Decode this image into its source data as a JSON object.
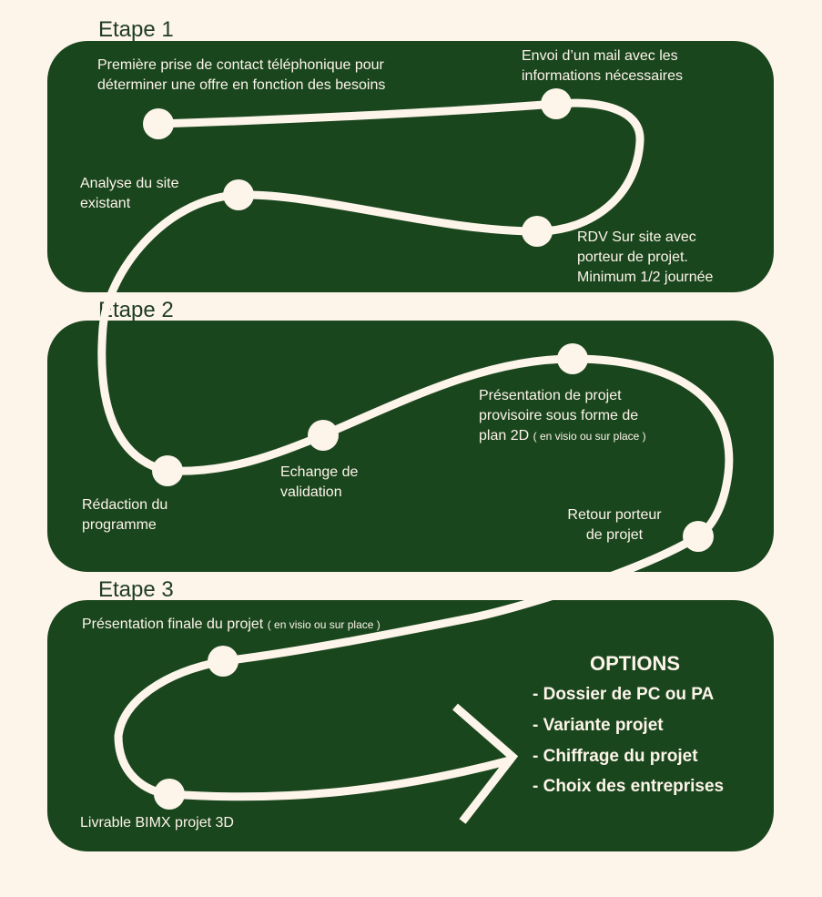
{
  "steps": [
    {
      "title": "Etape 1"
    },
    {
      "title": "Etape 2"
    },
    {
      "title": "Etape 3"
    }
  ],
  "labels": {
    "premiere_contact": [
      "Première prise de contact téléphonique pour",
      "déterminer une offre en fonction des besoins"
    ],
    "envoi_mail": [
      "Envoi d’un mail avec les",
      "informations nécessaires"
    ],
    "analyse_site": [
      "Analyse du site",
      "existant"
    ],
    "rdv_site": [
      "RDV Sur site avec",
      "porteur de projet.",
      "Minimum 1/2 journée"
    ],
    "redaction": [
      "Rédaction du",
      "programme"
    ],
    "echange": [
      "Echange de",
      "validation"
    ],
    "presentation_provisoire": [
      "Présentation de projet",
      "provisoire sous forme de",
      "plan 2D"
    ],
    "presentation_provisoire_note": "( en visio ou sur place )",
    "retour": [
      "Retour porteur",
      "de projet"
    ],
    "presentation_finale": "Présentation finale du projet",
    "presentation_finale_note": "( en visio ou sur place )",
    "livrable": "Livrable BIMX projet 3D"
  },
  "options": {
    "title": "OPTIONS",
    "items": [
      "- Dossier de PC ou PA",
      "- Variante projet",
      "- Chiffrage du projet",
      "- Choix des entreprises"
    ]
  },
  "colors": {
    "page": "#fdf4ea",
    "panel": "#1a461d",
    "path": "#fdf4ea",
    "heading": "#1f3d22"
  }
}
